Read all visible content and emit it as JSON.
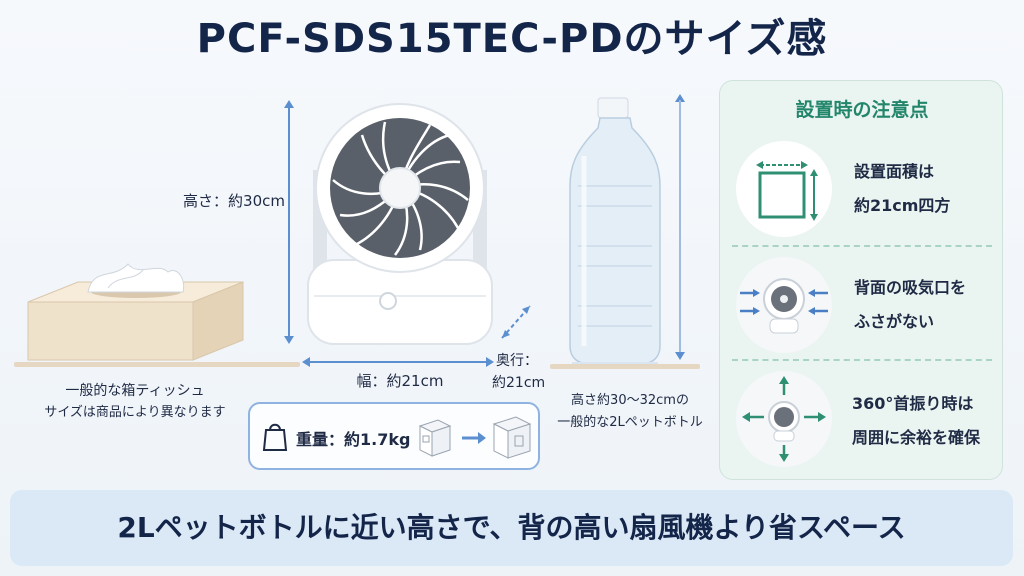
{
  "title": "PCF-SDS15TEC-PDのサイズ感",
  "fan": {
    "height_label": "高さ：約30cm",
    "width_label": "幅：約21cm",
    "depth_label_line1": "奥行：",
    "depth_label_line2": "約21cm"
  },
  "tissue": {
    "caption_line1": "一般的な箱ティッシュ",
    "caption_line2": "サイズは商品により異なります"
  },
  "bottle": {
    "caption_line1": "高さ約30〜32cmの",
    "caption_line2": "一般的な2Lペットボトル"
  },
  "weight": {
    "label": "重量：約1.7kg",
    "icon": "bag-icon"
  },
  "notes_panel": {
    "title": "設置時の注意点",
    "items": [
      {
        "line1": "設置面積は",
        "line2": "約21cm四方",
        "icon": "footprint-icon"
      },
      {
        "line1": "背面の吸気口を",
        "line2": "ふさがない",
        "icon": "fan-airflow-icon"
      },
      {
        "line1": "360°首振り時は",
        "line2": "周囲に余裕を確保",
        "icon": "fan-swing-icon"
      }
    ]
  },
  "footer": {
    "text": "2Lペットボトルに近い高さで、背の高い扇風機より省スペース"
  },
  "colors": {
    "title": "#14254a",
    "accent_blue": "#5b8fd0",
    "accent_green": "#23866b",
    "shelf": "#e6d7c3",
    "footer_bg": "#dbe8f6"
  }
}
